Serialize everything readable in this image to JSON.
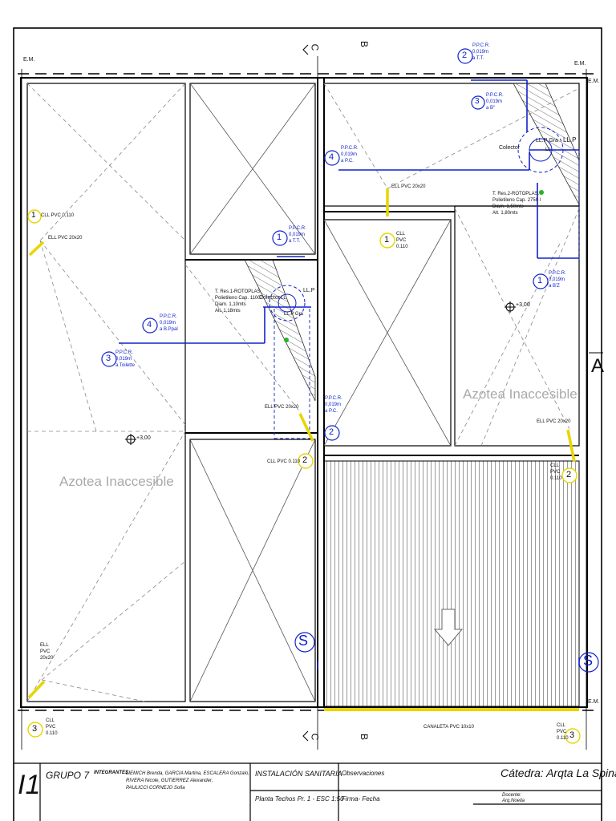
{
  "sheet": {
    "number": "I1",
    "group": "GRUPO 7",
    "members_label": "INTEGRANTES:",
    "members": [
      "LIEMICH Brenda, GARCIA Martina, ESCALERA Gonzalo,",
      "RIVERA Nicole, GUTIERREZ Alexander,",
      "PAULICCI CORNEJO Sofia"
    ],
    "title": "INSTALACIÓN SANITARIA",
    "subtitle": "Planta Techos Pr. 1 - ESC 1:50",
    "observations": "Observaciones",
    "signature": "Firma- Fecha",
    "chair": "Cátedra: Arqta La Spina",
    "teacher_label": "Docente:",
    "teacher": "Arq.Noelia"
  },
  "plan": {
    "em": "E.M.",
    "cut_a": "A",
    "cut_b": "B",
    "cut_c": "C",
    "roof_left": "Azotea Inaccesible",
    "roof_right": "Azotea Inaccesible",
    "level": "+3,00",
    "s_mark": "S",
    "tank1": [
      "T. Res.1-ROTOPLAS.",
      "Polietileno Cap. 1100 l",
      "Diam. 1,10mts",
      "Alt. 1,18mts"
    ],
    "tank2": [
      "T. Res.2-ROTOPLAS.",
      "Polietileno Cap. 2750 l",
      "Diam. 1,50mts",
      "Alt. 1,80mts"
    ],
    "colector": "Colector",
    "llp": "LL.P",
    "llp_gra": "LL.P Gra",
    "ll": "LL",
    "canaleta": "CANALETA PVC 10x10",
    "ell_pvc_20": "ELL PVC 20x20",
    "cll_pvc_110": "CLL PVC 0,110",
    "cll_pvc_110_b": "CLL PVC 0.110",
    "ell_stack": [
      "ELL",
      "PVC",
      "20x20"
    ],
    "cll_stack": [
      "CLL",
      "PVC",
      "0.110"
    ],
    "nums": {
      "n1": "1",
      "n2": "2",
      "n3": "3",
      "n4": "4"
    },
    "ppcr": "P.P.C.R.",
    "d019": "0,019m",
    "to_tt": "a T.T.",
    "to_pc": "a P.C.",
    "to_b": "a B\"",
    "to_bz": "a B'Z",
    "to_bppal": "a B.Ppal",
    "to_toilette": "a Toilette"
  }
}
